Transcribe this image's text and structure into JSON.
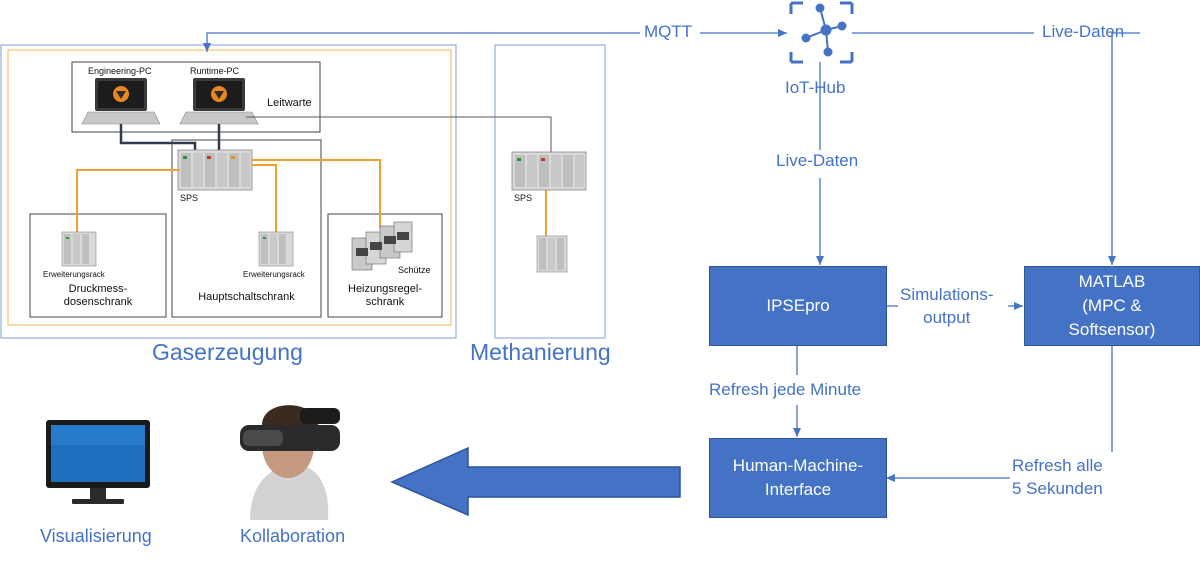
{
  "labels": {
    "mqtt": "MQTT",
    "iot_hub": "IoT-Hub",
    "live_data_top": "Live-Daten",
    "live_data_mid": "Live-Daten",
    "simulation_output_1": "Simulations-",
    "simulation_output_2": "output",
    "refresh_minute": "Refresh jede Minute",
    "refresh_5s_1": "Refresh alle",
    "refresh_5s_2": "5 Sekunden",
    "gas_production": "Gaserzeugung",
    "methanation": "Methanierung",
    "visualization": "Visualisierung",
    "collaboration": "Kollaboration"
  },
  "boxes": {
    "ipsepro": "IPSEpro",
    "matlab_1": "MATLAB",
    "matlab_2": "(MPC &",
    "matlab_3": "Softsensor)",
    "hmi_1": "Human-Machine-",
    "hmi_2": "Interface"
  },
  "plant": {
    "engineering_pc": "Engineering-PC",
    "runtime_pc": "Runtime-PC",
    "control_room": "Leitwarte",
    "sps": "SPS",
    "sps_methanation": "SPS",
    "expansion_rack_left": "Erweiterungsrack",
    "expansion_rack_main": "Erweiterungsrack",
    "contactor": "Schütze",
    "pressure_cabinet_1": "Druckmess-",
    "pressure_cabinet_2": "dosenschrank",
    "main_cabinet": "Hauptschaltschrank",
    "heating_cabinet_1": "Heizungsregel-",
    "heating_cabinet_2": "schrank"
  },
  "colors": {
    "accent": "#4472c4",
    "box_border": "#2f5597",
    "orange_cable": "#f0a030",
    "dark_cable": "#2e3b4e",
    "frame_orange": "#f6c26b"
  }
}
